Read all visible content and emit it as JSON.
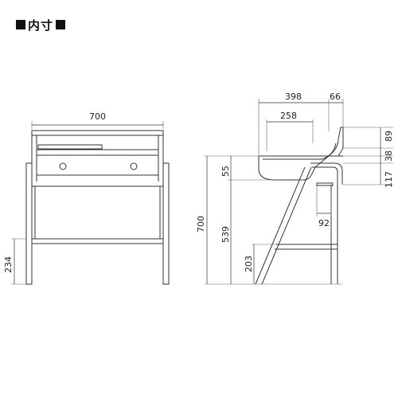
{
  "title": "内寸",
  "front_view": {
    "width_label": "700",
    "height_label": "234"
  },
  "side_view": {
    "top_depth": "398",
    "top_overhang": "66",
    "inner_depth": "258",
    "bottom_offset": "92",
    "total_height": "700",
    "seat_height": "539",
    "inner_height": "55",
    "low_bar": "203",
    "right_top": "89",
    "right_mid": "38",
    "right_low": "117"
  }
}
